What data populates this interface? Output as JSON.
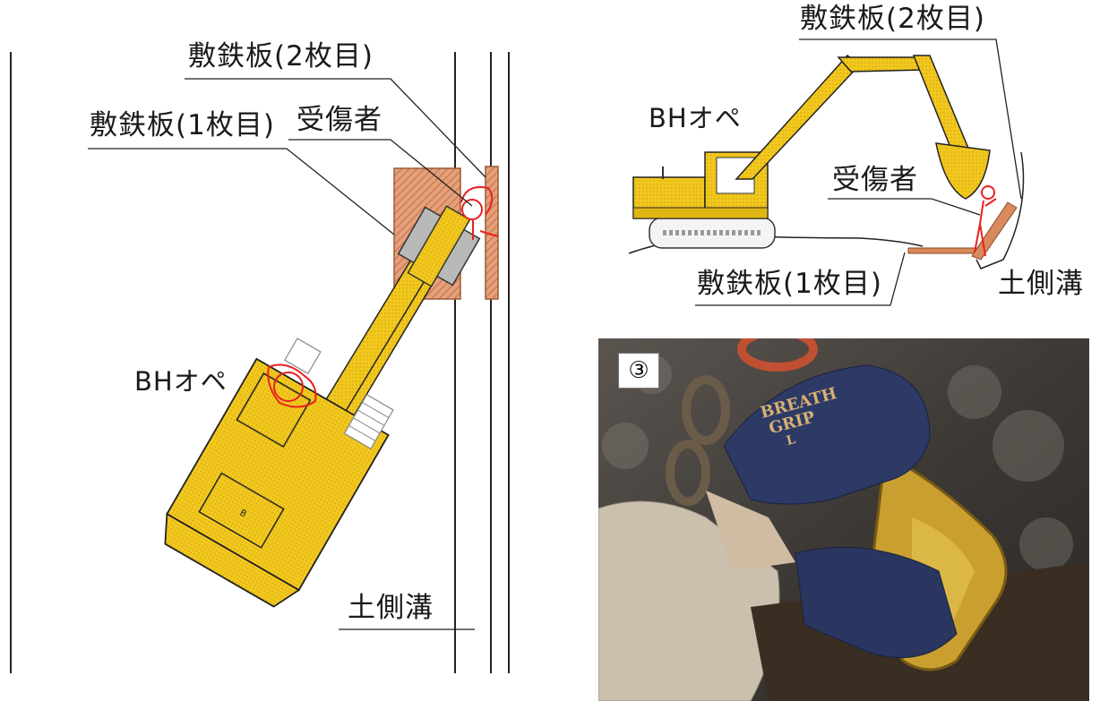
{
  "left_plan_view": {
    "label_plate_2": "敷鉄板(2枚目)",
    "label_plate_1": "敷鉄板(1枚目)",
    "label_injured": "受傷者",
    "label_operator": "BHオペ",
    "label_ditch": "土側溝",
    "cab_mark": "B"
  },
  "right_side_view": {
    "label_plate_2": "敷鉄板(2枚目)",
    "label_operator": "BHオペ",
    "label_injured": "受傷者",
    "label_plate_1": "敷鉄板(1枚目)",
    "label_ditch": "土側溝"
  },
  "photo": {
    "number_badge": "③",
    "glove_brand_line1": "BREATH",
    "glove_brand_line2": "GRIP",
    "glove_size": "L"
  },
  "colors": {
    "machine_yellow": "#f2c81e",
    "plate_brown": "#d98a5c",
    "injured_red": "#e8211f",
    "line": "#222222"
  }
}
